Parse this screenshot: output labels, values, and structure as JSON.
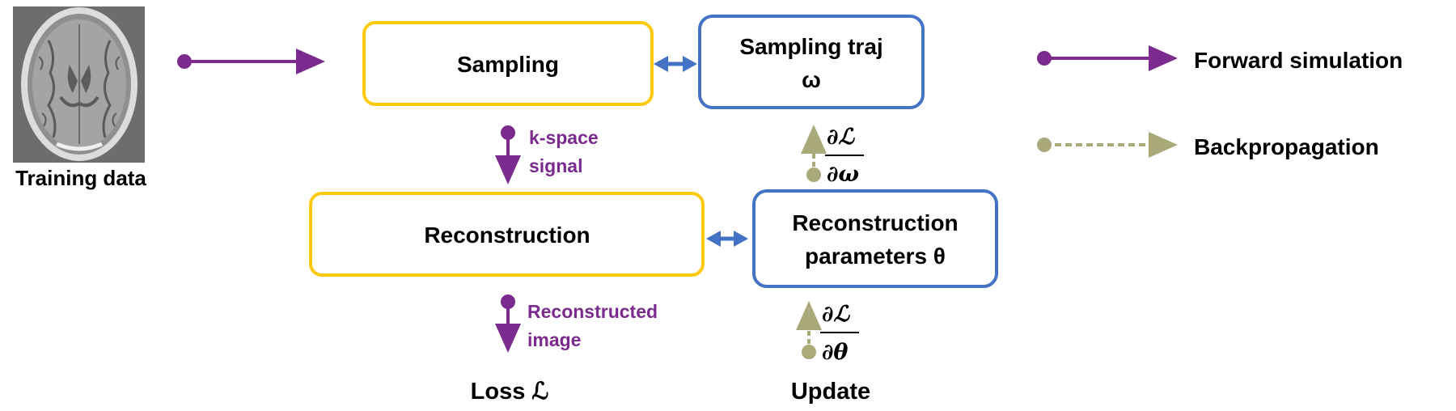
{
  "training_data": {
    "label": "Training data"
  },
  "nodes": {
    "sampling": {
      "label": "Sampling"
    },
    "sampling_traj": {
      "line1": "Sampling traj",
      "line2": "ω"
    },
    "reconstruction": {
      "label": "Reconstruction"
    },
    "recon_params": {
      "line1": "Reconstruction",
      "line2": "parameters θ"
    }
  },
  "edge_labels": {
    "kspace": {
      "line1": "k-space",
      "line2": "signal"
    },
    "recon_image": {
      "line1": "Reconstructed",
      "line2": "image"
    }
  },
  "gradients": {
    "omega": {
      "num": "∂ℒ",
      "den": "∂ω"
    },
    "theta": {
      "num": "∂ℒ",
      "den": "∂θ"
    }
  },
  "outputs": {
    "loss": "Loss ℒ",
    "update": "Update"
  },
  "legend": {
    "forward": "Forward simulation",
    "backprop": "Backpropagation"
  },
  "colors": {
    "forward": "#7b2a8e",
    "backprop": "#a9a97a",
    "yellow_box": "#ffc90e",
    "blue_box": "#4472c4",
    "bidir_arrow": "#4472c4",
    "purple_text": "#7b2a8e"
  }
}
